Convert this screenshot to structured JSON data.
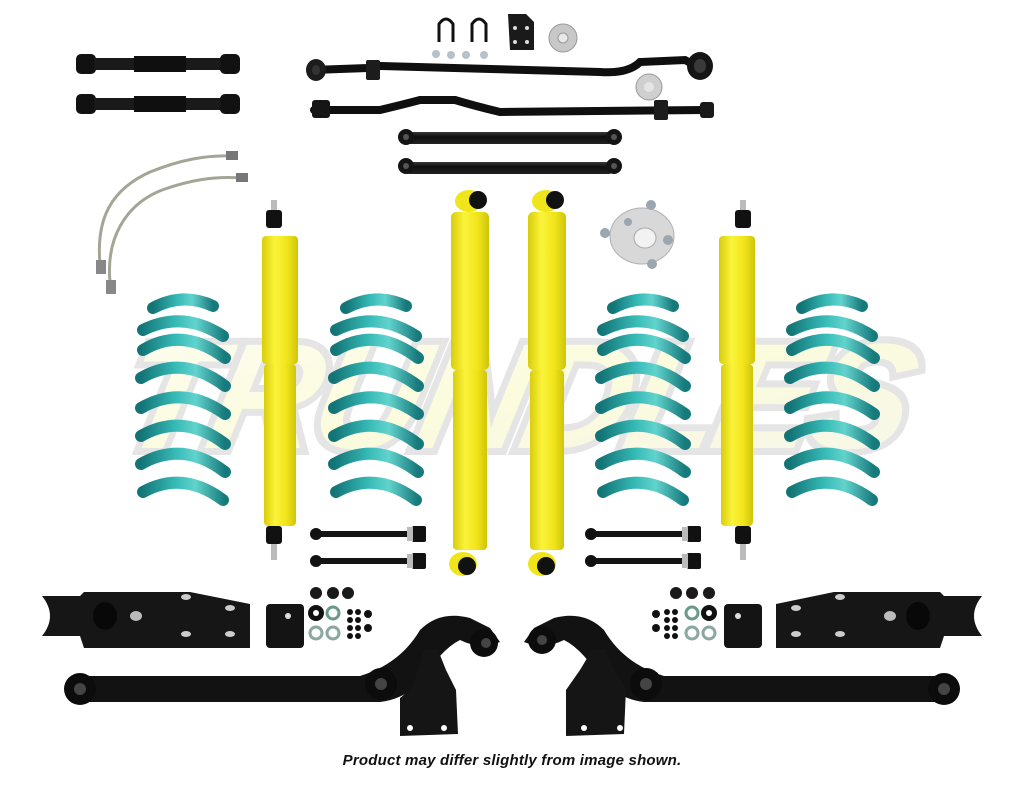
{
  "image": {
    "subject": "Suspension lift kit product photo",
    "background": "#ffffff",
    "caption": "Product may differ slightly from image shown.",
    "watermark": {
      "text": "TRUNDLES",
      "outline_color": "#e6e6e6",
      "fill_color": "#fbfbe6"
    }
  },
  "colors": {
    "shock_yellow": "#f2e81c",
    "shock_yellow_shade": "#d9cf10",
    "spring_teal": "#2aa9a8",
    "spring_teal_dark": "#147a7c",
    "spring_teal_light": "#5fd0cc",
    "steel_black": "#141414",
    "bushing_black": "#1e1e1e",
    "alloy_silver": "#c9c9c9",
    "braided_line": "#a8a89a"
  },
  "items": {
    "adjustable_control_arms": {
      "count": 2,
      "label": "Adjustable upper control arms"
    },
    "brake_lines": {
      "count": 2,
      "label": "Braided brake lines"
    },
    "u_bolts": {
      "count": 2,
      "label": "U-bolts with nuts"
    },
    "bracket_plate": {
      "count": 1,
      "label": "Track bar bracket"
    },
    "spacer_discs": {
      "count": 2,
      "label": "Bump stop spacers"
    },
    "track_bars": {
      "count": 2,
      "label": "Adjustable track bars"
    },
    "lower_links": {
      "count": 2,
      "label": "Fixed links"
    },
    "shocks_long": {
      "count": 2,
      "label": "Eye-mount shocks"
    },
    "shocks_stud": {
      "count": 2,
      "label": "Stud-mount shocks"
    },
    "coil_springs": {
      "count": 4,
      "label": "Coil springs"
    },
    "wheel_adapter": {
      "count": 1,
      "label": "Steering spacer / adapter"
    },
    "sway_links": {
      "count": 4,
      "label": "Sway bar end links"
    },
    "crossmember_brackets": {
      "count": 2,
      "label": "Crossmember brackets"
    },
    "mount_plates": {
      "count": 2,
      "label": "Small mount plates"
    },
    "hardware_kits": {
      "count": 2,
      "label": "Nuts and washers"
    },
    "radius_arms": {
      "count": 2,
      "label": "Long radius arms"
    },
    "skid_brackets": {
      "count": 2,
      "label": "Drop brackets"
    }
  }
}
